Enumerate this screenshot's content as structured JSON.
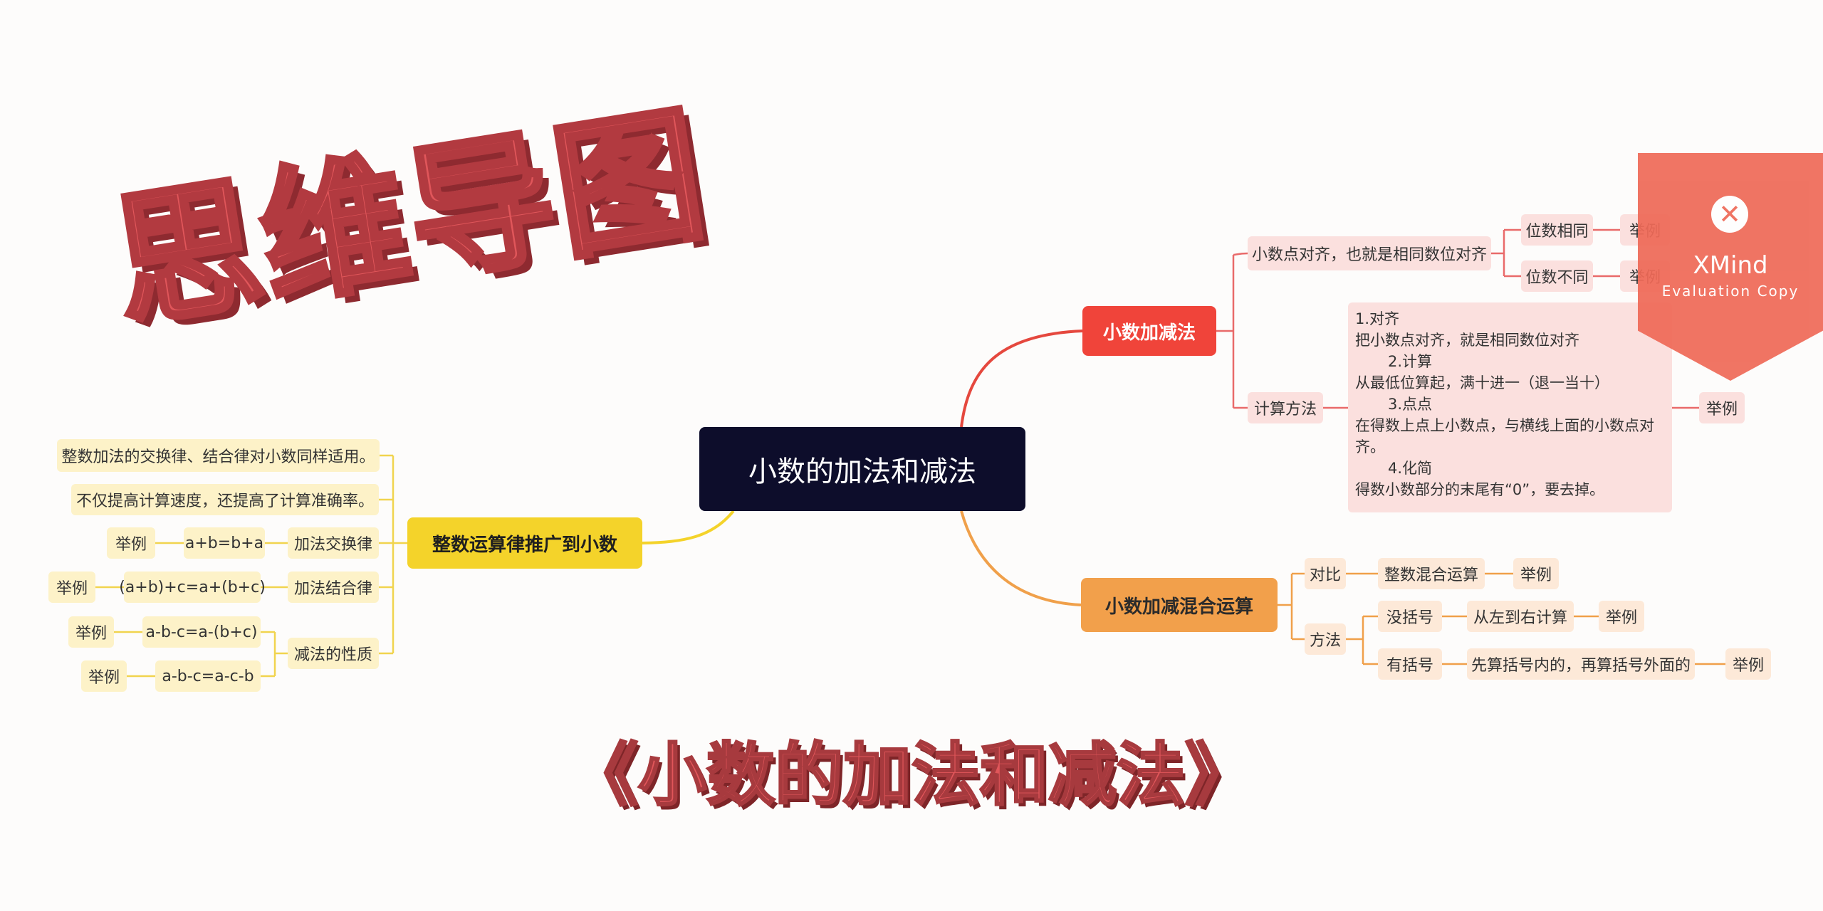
{
  "title": "思维导图",
  "subtitle": "《小数的加法和减法》",
  "watermark": {
    "icon": "xmind-logo-icon",
    "name": "XMind",
    "note": "Evaluation Copy"
  },
  "colors": {
    "root": "#0d0d2b",
    "red": "#f0443a",
    "orange": "#f2a04b",
    "yellow": "#f4d32a",
    "title": "#e0565a",
    "watermark": "#ef6a58"
  },
  "root": "小数的加法和减法",
  "branch1": {
    "label": "小数加减法",
    "align": "小数点对齐，也就是相同数位对齐",
    "same": "位数相同",
    "same_ex": "举例",
    "diff": "位数不同",
    "diff_ex": "举例",
    "method": "计算方法",
    "steps": [
      "1.对齐",
      "把小数点对齐，就是相同数位对齐",
      "2.计算",
      "从最低位算起，满十进一（退一当十）",
      "3.点点",
      "在得数上点上小数点，与横线上面的小数点对",
      "齐。",
      "4.化简",
      "得数小数部分的末尾有“0”，要去掉。"
    ],
    "method_ex": "举例"
  },
  "branch2": {
    "label": "小数加减混合运算",
    "compare": "对比",
    "compare_item": "整数混合运算",
    "compare_ex": "举例",
    "method": "方法",
    "no_bracket": "没括号",
    "no_bracket_rule": "从左到右计算",
    "no_bracket_ex": "举例",
    "bracket": "有括号",
    "bracket_rule": "先算括号内的，再算括号外面的",
    "bracket_ex": "举例"
  },
  "branch3": {
    "label": "整数运算律推广到小数",
    "note1": "整数加法的交换律、结合律对小数同样适用。",
    "note2": "不仅提高计算速度，还提高了计算准确率。",
    "comm": "加法交换律",
    "comm_formula": "a+b=b+a",
    "comm_ex": "举例",
    "assoc": "加法结合律",
    "assoc_formula": "(a+b)+c=a+(b+c)",
    "assoc_ex": "举例",
    "sub": "减法的性质",
    "sub_f1": "a-b-c=a-(b+c)",
    "sub_ex1": "举例",
    "sub_f2": "a-b-c=a-c-b",
    "sub_ex2": "举例"
  }
}
